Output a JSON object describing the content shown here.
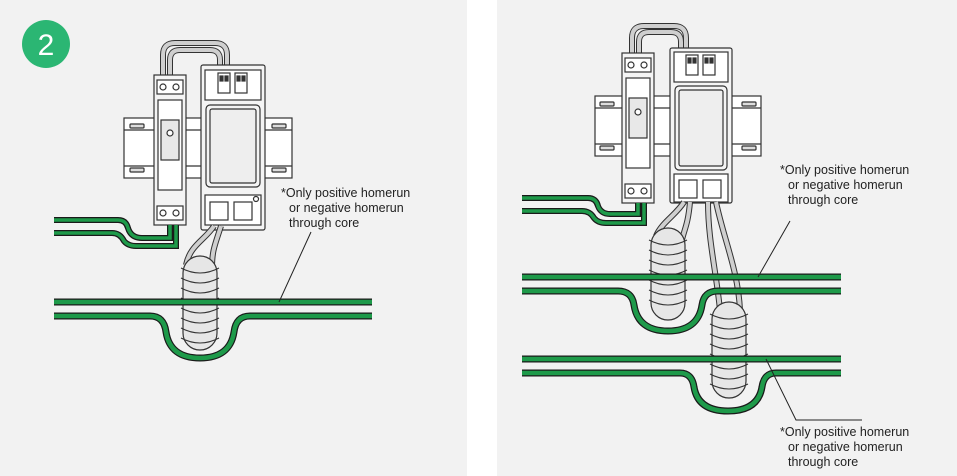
{
  "step_number": "2",
  "colors": {
    "background": "#f2f2f2",
    "badge": "#2bb673",
    "wire_green": "#1e9a4a",
    "outline": "#333333",
    "device_fill": "#f4f4f4"
  },
  "left_panel": {
    "note_lines": [
      "*Only  positive homerun",
      "or negative homerun",
      "through core"
    ]
  },
  "right_panel": {
    "top_note_lines": [
      "*Only  positive homerun",
      "or negative homerun",
      "through core"
    ],
    "bottom_note_lines": [
      "*Only  positive homerun",
      "or negative homerun",
      "through core"
    ]
  }
}
